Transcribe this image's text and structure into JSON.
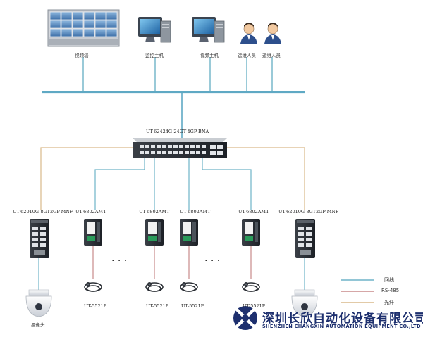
{
  "top_devices": {
    "video_wall": "视频墙",
    "monitor_host": "监控主机",
    "video_host": "视频主机",
    "ops_person_1": "运维人员",
    "ops_person_2": "运维人员"
  },
  "core_switch": "UT-62424G-24GT-4GP-BNA",
  "edge_switch_left": "UT-62010G-8GT2GP-MNF",
  "edge_switch_right": "UT-62010G-8GT2GP-MNF",
  "converters": [
    "UT-6802AMT",
    "UT-6802AMT",
    "UT-6802AMT",
    "UT-6802AMT"
  ],
  "sensors": [
    "UT-5521P",
    "UT-5521P",
    "UT-5521P",
    "UT-5521P"
  ],
  "camera_left": "摄像头",
  "ellipsis": "· · ·",
  "legend": [
    {
      "label": "网线",
      "color": "#6fb3c8"
    },
    {
      "label": "RS-485",
      "color": "#c98a8a"
    },
    {
      "label": "光纤",
      "color": "#d9b98a"
    }
  ],
  "logo": {
    "cn": "深圳长欣自动化设备有限公司",
    "en": "SHENZHEN CHANGXIN AUTOMATION EQUIPMENT CO.,LTD"
  },
  "colors": {
    "ethernet": "#6fb3c8",
    "rs485": "#c98a8a",
    "fiber": "#d9b98a",
    "bus": "#5fa9c4",
    "logo": "#1d2f6e"
  }
}
